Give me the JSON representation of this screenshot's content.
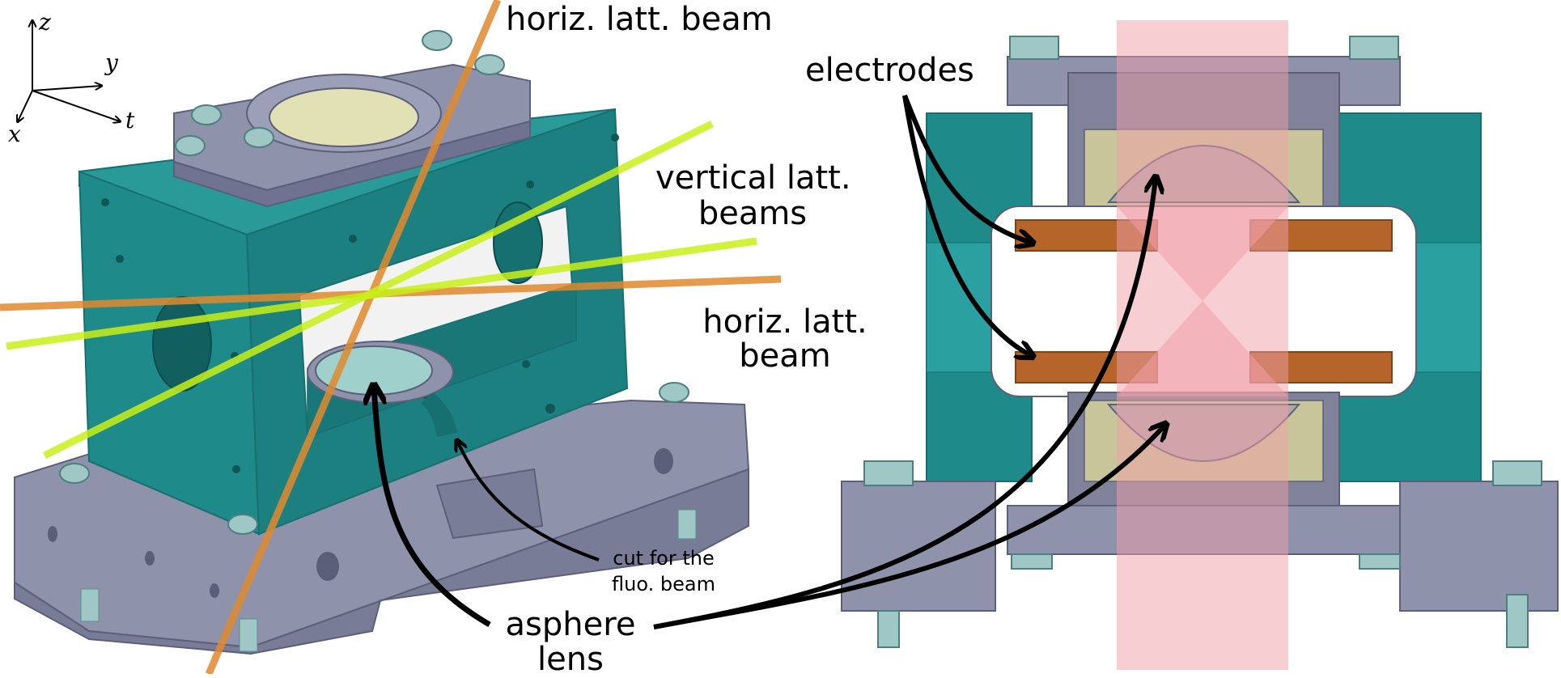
{
  "axes": {
    "z": "z",
    "y": "y",
    "t": "t",
    "x": "x"
  },
  "labels": {
    "horiz_top": "horiz. latt. beam",
    "vertical_1": "vertical latt.",
    "vertical_2": "beams",
    "horiz_mid_1": "horiz. latt.",
    "horiz_mid_2": "beam",
    "cut_1": "cut for the",
    "cut_2": "fluo. beam",
    "asphere_1": "asphere",
    "asphere_2": "lens",
    "electrodes": "electrodes"
  },
  "colors": {
    "body_teal": "#1f8a8a",
    "body_teal_dark": "#176f70",
    "steel": "#8f92ab",
    "steel_dark": "#6f7290",
    "screw": "#9fc7c5",
    "horiz_beam": "#e08a2e",
    "vertical_beam": "#c8f018",
    "copper": "#b5652a",
    "pink_beam": "#f0a0a8",
    "lens": "#b0a8a8"
  }
}
